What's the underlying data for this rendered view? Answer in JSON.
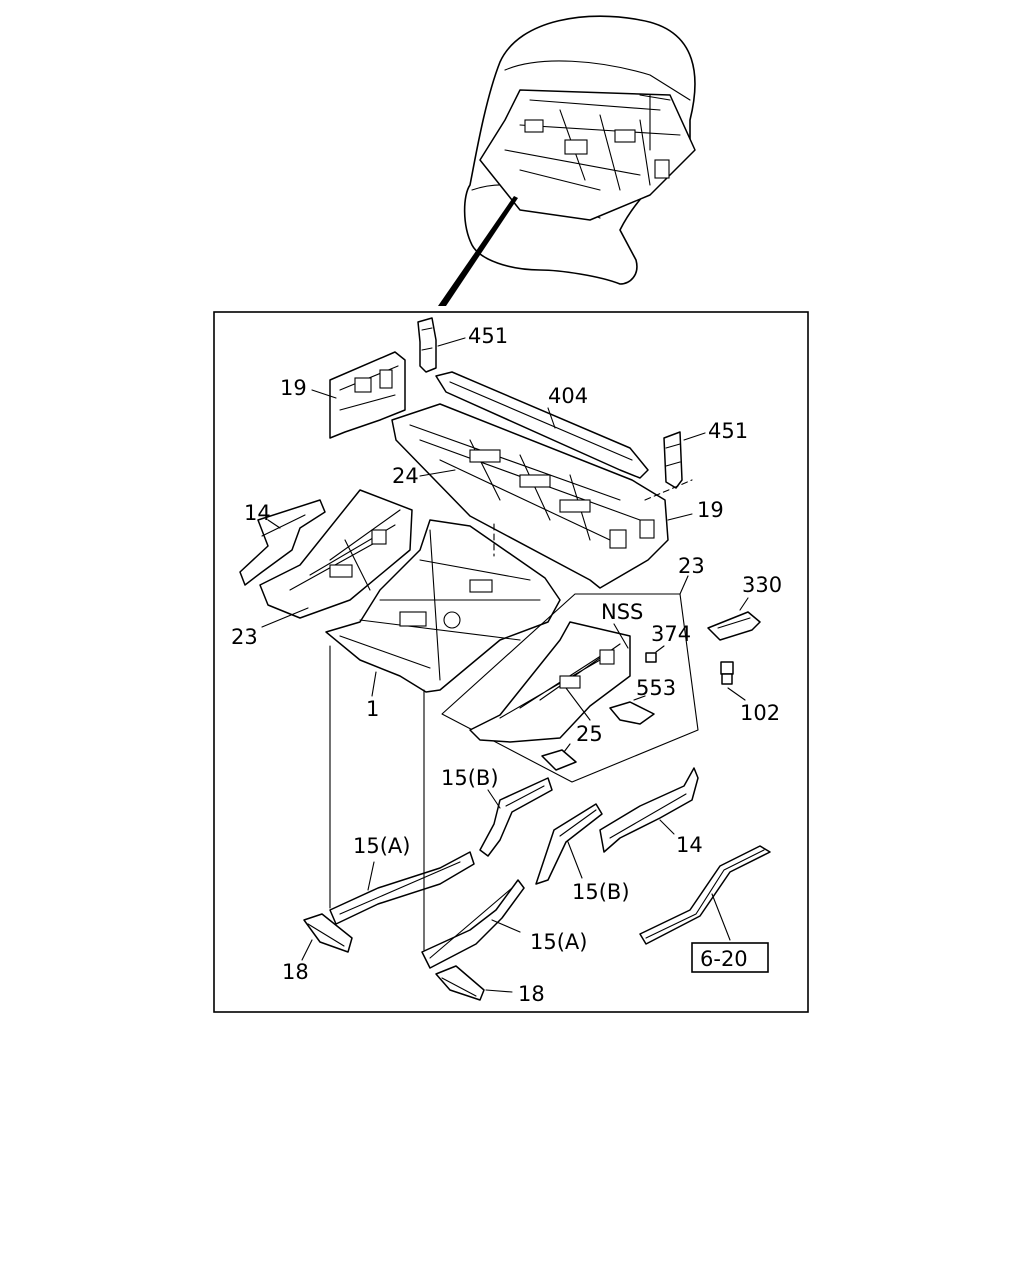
{
  "labels": {
    "l451a": "451",
    "l19a": "19",
    "l404": "404",
    "l451b": "451",
    "l24": "24",
    "l19b": "19",
    "l14a": "14",
    "l23a": "23",
    "l23b": "23",
    "l330": "330",
    "lNSS": "NSS",
    "l374": "374",
    "l553": "553",
    "l102": "102",
    "l1": "1",
    "l25": "25",
    "l15Bl": "15(B)",
    "l15Al": "15(A)",
    "l14b": "14",
    "l15Br": "15(B)",
    "l15Ar": "15(A)",
    "l18a": "18",
    "l18b": "18",
    "ref620": "6-20"
  }
}
